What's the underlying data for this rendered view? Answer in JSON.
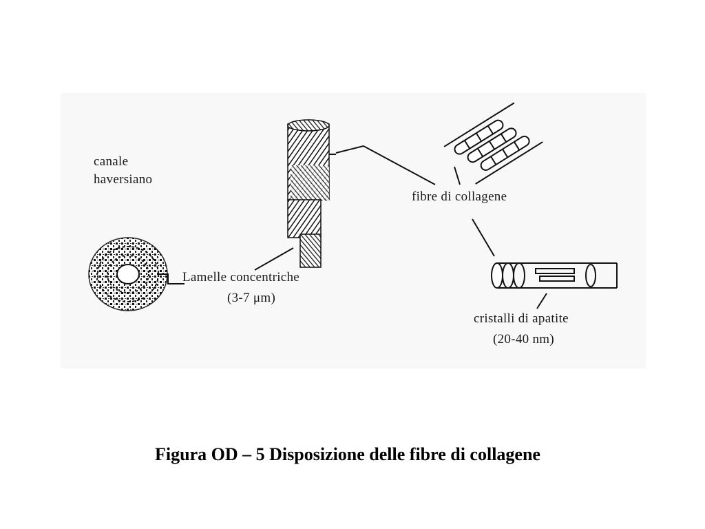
{
  "diagram": {
    "labels": {
      "haversian_canal_line1": "canale",
      "haversian_canal_line2": "haversiano",
      "collagen_fibers": "fibre di collagene",
      "lamellae_line1": "Lamelle concentriche",
      "lamellae_line2": "(3-7 μm)",
      "apatite_line1": "cristalli di apatite",
      "apatite_line2": "(20-40 nm)"
    }
  },
  "caption": "Figura OD – 5 Disposizione delle fibre di collagene"
}
